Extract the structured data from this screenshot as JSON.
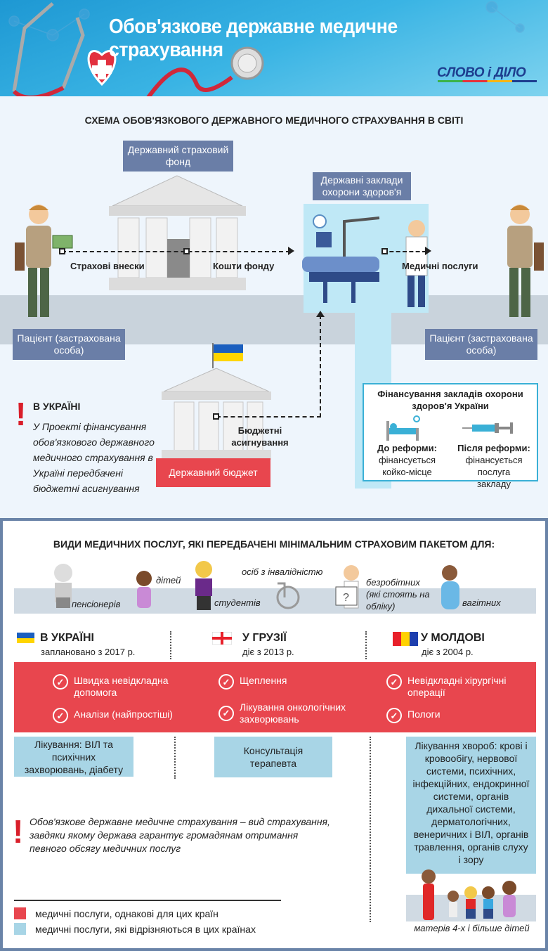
{
  "header": {
    "title": "Обов'язкове державне медичне страхування",
    "logo": "СЛОВО і ДІЛО"
  },
  "scheme": {
    "title": "СХЕМА ОБОВ'ЯЗКОВОГО ДЕРЖАВНОГО МЕДИЧНОГО СТРАХУВАННЯ В СВІТІ",
    "fund": "Державний страховий фонд",
    "facilities": "Державні заклади охорони здоров'я",
    "patient_left": "Пацієнт (застрахована особа)",
    "patient_right": "Пацієнт (застрахована особа)",
    "contributions": "Страхові внески",
    "fund_money": "Кошти фонду",
    "services": "Медичні послуги",
    "budget": "Державний бюджет",
    "budget_alloc": "Бюджетні асигнування",
    "ukraine_heading": "В УКРАЇНІ",
    "ukraine_note": "У Проекті фінансування обов'язкового державного медичного страхування в Україні передбачені бюджетні асигнування",
    "financing": {
      "title": "Фінансування закладів охорони здоров'я України",
      "before_label": "До реформи:",
      "before_text": "фінансується койко-місце",
      "after_label": "Після реформи:",
      "after_text": "фінансується послуга закладу"
    }
  },
  "package": {
    "title": "ВИДИ МЕДИЧНИХ ПОСЛУГ, ЯКІ ПЕРЕДБАЧЕНІ МІНІМАЛЬНИМ СТРАХОВИМ ПАКЕТОМ ДЛЯ:",
    "groups": [
      "пенсіонерів",
      "дітей",
      "студентів",
      "осіб з інвалідністю",
      "безробітних (які стоять на обліку)",
      "вагітних"
    ],
    "countries": [
      {
        "name": "В УКРАЇНІ",
        "since": "заплановано з 2017 р.",
        "flag": [
          "#1b5fbf",
          "#ffd500"
        ]
      },
      {
        "name": "У ГРУЗІЇ",
        "since": "діє з 2013 р.",
        "flag": [
          "#ffffff",
          "#e8202a"
        ]
      },
      {
        "name": "У МОЛДОВІ",
        "since": "діє з 2004 р.",
        "flag": [
          "#e8202a",
          "#ffd200",
          "#1e3fae"
        ]
      }
    ],
    "common_services": [
      "Швидка невідкладна допомога",
      "Аналізи (найпростіші)",
      "Щеплення",
      "Лікування онкологічних захворювань",
      "Невідкладні хірургічні операції",
      "Пологи"
    ],
    "specific": {
      "ukraine": "Лікування: ВІЛ та психічних захворювань, діабету",
      "georgia": "Консультація терапевта",
      "moldova": "Лікування хвороб: крові і кровообігу, нервової системи, психічних, інфекційних, ендокринної системи, органів дихальної системи, дерматологічних, венеричних і ВІЛ, органів травлення, органів слуху і зору"
    },
    "mothers": "матерів 4-х і більше дітей",
    "definition": "Обов'язкове державне медичне страхування – вид страхування, завдяки якому держава гарантує громадянам отримання певного обсягу медичних послуг",
    "legend": [
      {
        "label": "медичні послуги, однакові для цих країн",
        "color": "#e8464e"
      },
      {
        "label": "медичні послуги, які відрізняються в цих країнах",
        "color": "#a8d5e6"
      }
    ]
  }
}
